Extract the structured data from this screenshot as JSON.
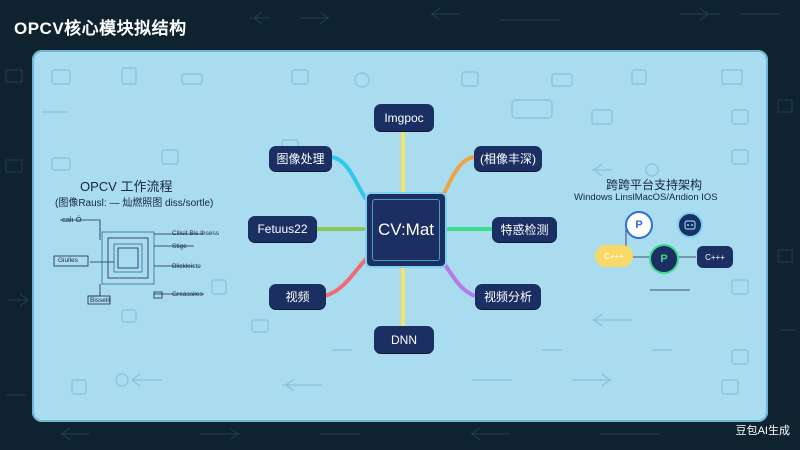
{
  "page_title": "OPCV核心模块拟结构",
  "center": {
    "label": "CV:Mat"
  },
  "modules": {
    "top": "Imgpoc",
    "upper_left": "图像处理",
    "upper_right": "(相像丰深)",
    "left": "Fetuus22",
    "right": "特惑检测",
    "lower_left": "视频",
    "lower_right": "视频分析",
    "bottom": "DNN"
  },
  "workflow": {
    "title": "OPCV 工作流程",
    "subtitle": "(图像Rausl: — 灿燃照图 diss/sortle)",
    "labels": {
      "calo": "calı Ö",
      "left_box": "Giulles",
      "bottom_box": "Bisselit",
      "right_1": "Cllisit Bis Ihsess",
      "right_2": "Stige",
      "right_3": "Blickleiste",
      "right_4": "Greassiles"
    }
  },
  "platform": {
    "title": "跨跨平台支持架构",
    "subtitle": "Windows LinslMacOS/Andion IOS",
    "p_letter": "P",
    "cpp_left": "C+++",
    "cpp_right": "C+++",
    "pill_color": "#f8d866",
    "p_color": "#2c6fd8"
  },
  "colors": {
    "panel": "#a9dcef",
    "node": "#1b2f63",
    "conn_top": "#f2e36a",
    "conn_upper_left": "#2ec8ec",
    "conn_upper_right": "#f0a447",
    "conn_left": "#8fc45a",
    "conn_right": "#3ddc8b",
    "conn_lower_left": "#f06a78",
    "conn_lower_right": "#b37ae8",
    "conn_bottom": "#f2e36a"
  },
  "watermark": "豆包AI生成"
}
